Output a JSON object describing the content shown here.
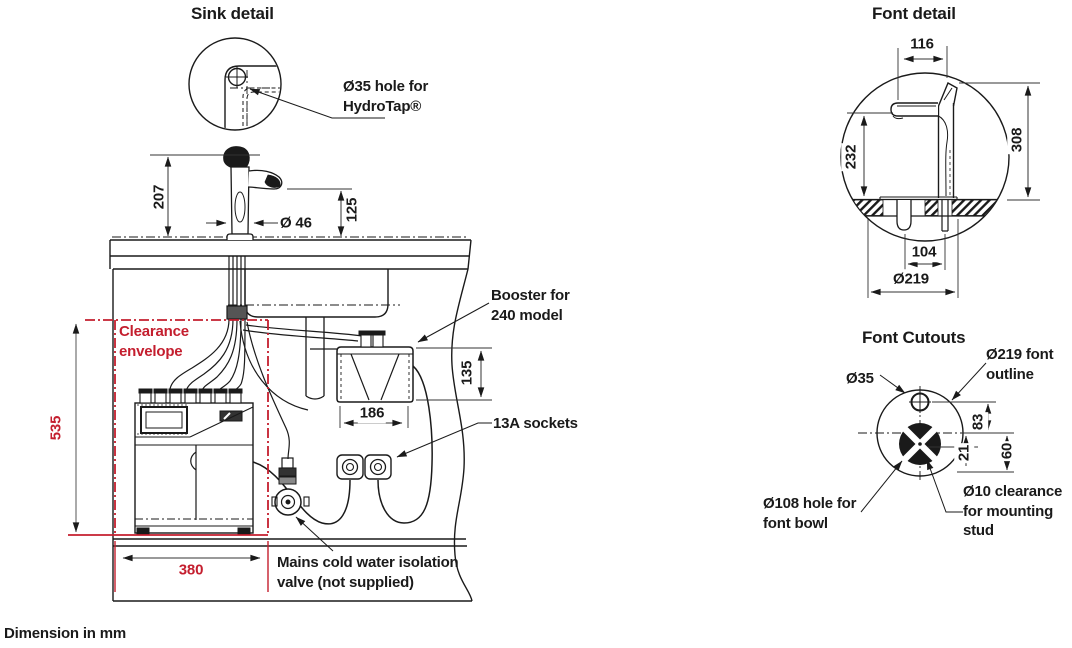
{
  "meta": {
    "note": "Dimension in mm"
  },
  "colors": {
    "line": "#1a1a1a",
    "red": "#c41e2e"
  },
  "sink_detail": {
    "title": "Sink detail",
    "hole_label": "Ø35 hole for\nHydroTap®"
  },
  "main_view": {
    "clearance_label": "Clearance\nenvelope",
    "booster_label": "Booster for\n240 model",
    "sockets_label": "13A sockets",
    "valve_label": "Mains cold water isolation\nvalve (not supplied)",
    "dims": {
      "tap_height": "207",
      "spout_height": "125",
      "tap_base_dia": "Ø 46",
      "clearance_height": "535",
      "clearance_width": "380",
      "booster_height": "135",
      "booster_width": "186"
    }
  },
  "font_detail": {
    "title": "Font detail",
    "dims": {
      "spout_reach": "116",
      "spout_height": "232",
      "overall_height": "308",
      "bowl_to_stud": "104",
      "font_outline_dia": "Ø219"
    }
  },
  "font_cutouts": {
    "title": "Font Cutouts",
    "tap_hole_label": "Ø35",
    "outline_label": "Ø219 font\noutline",
    "bowl_label": "Ø108 hole for\nfont bowl",
    "stud_label": "Ø10 clearance\nfor mounting\nstud",
    "dims": {
      "hole_to_center": "83",
      "center_to_stud": "21",
      "stud_offset": "60"
    }
  }
}
